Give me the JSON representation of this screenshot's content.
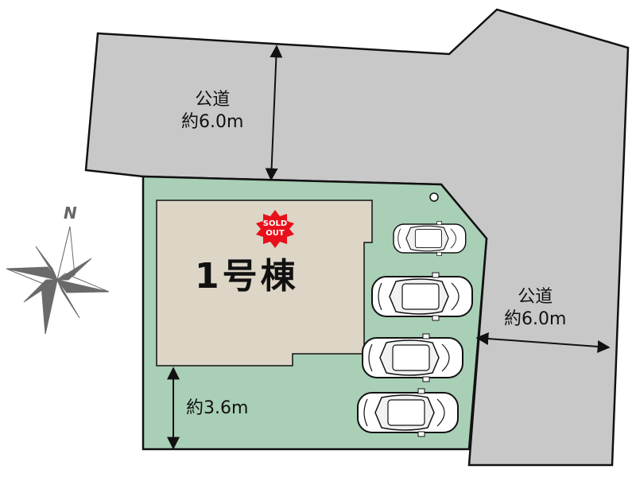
{
  "top_road": {
    "label": "公道",
    "width": "約6.0m"
  },
  "right_road": {
    "label": "公道",
    "width": "約6.0m"
  },
  "setback": {
    "width": "約3.6m"
  },
  "building": {
    "label": "1号棟",
    "badge_line1": "SOLD",
    "badge_line2": "OUT"
  },
  "compass": {
    "north_label": "N"
  },
  "parking": {
    "car_count": 4
  },
  "colors": {
    "road": "#c8c8c8",
    "lot": "#a9cfb6",
    "building": "#ddd5c6",
    "badge": "#e8101a",
    "compass": "#6a6a6a"
  }
}
